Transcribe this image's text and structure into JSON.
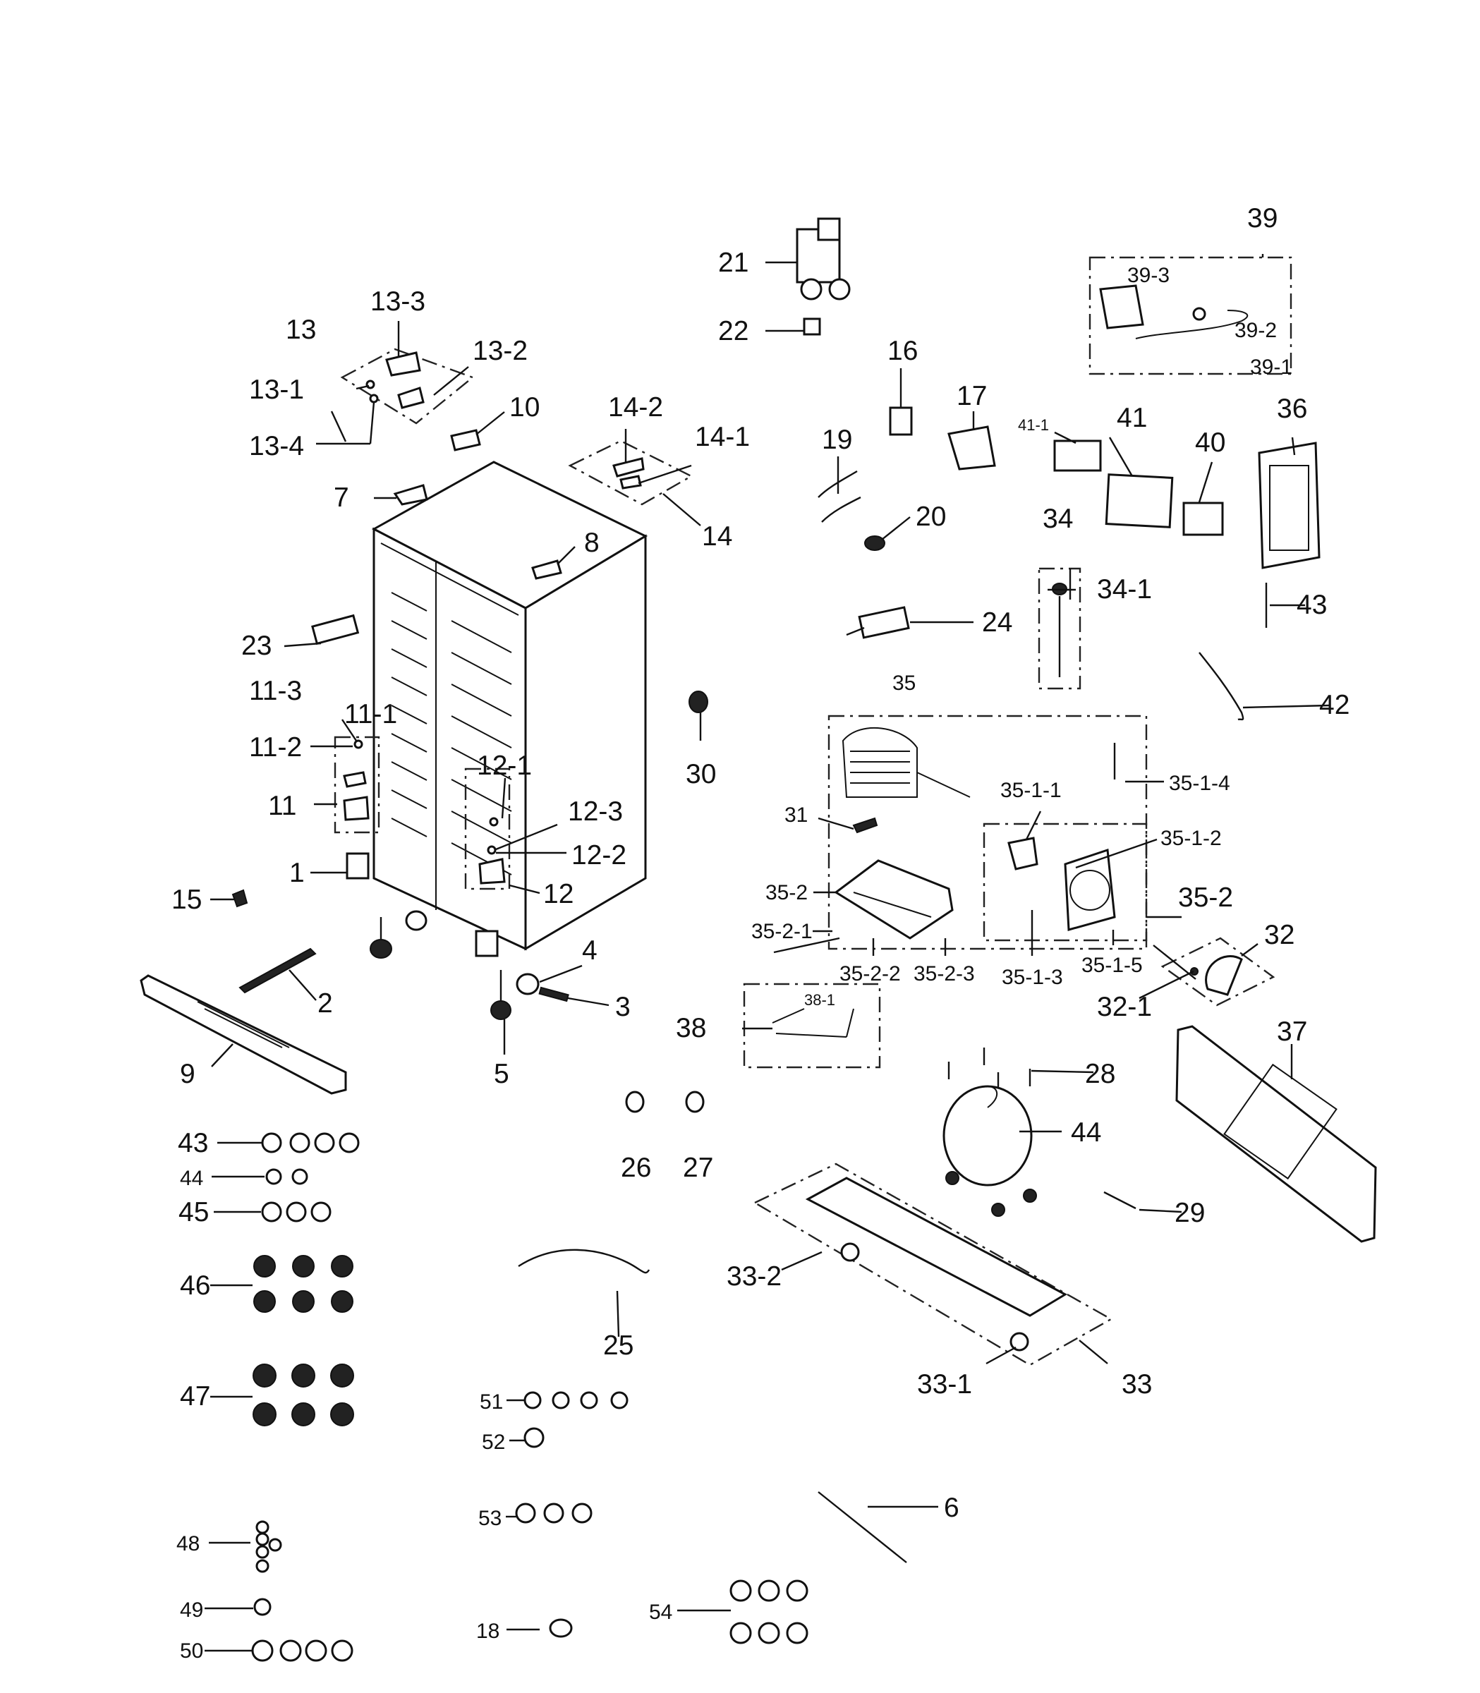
{
  "labels": {
    "p1": "1",
    "p2": "2",
    "p3": "3",
    "p4": "4",
    "p5": "5",
    "p6": "6",
    "p7": "7",
    "p8": "8",
    "p9": "9",
    "p10": "10",
    "p11": "11",
    "p11_1": "11-1",
    "p11_2": "11-2",
    "p11_3": "11-3",
    "p12": "12",
    "p12_1": "12-1",
    "p12_2": "12-2",
    "p12_3": "12-3",
    "p13": "13",
    "p13_1": "13-1",
    "p13_2": "13-2",
    "p13_3": "13-3",
    "p13_4": "13-4",
    "p14": "14",
    "p14_1": "14-1",
    "p14_2": "14-2",
    "p15": "15",
    "p16": "16",
    "p17": "17",
    "p18": "18",
    "p19": "19",
    "p20": "20",
    "p21": "21",
    "p22": "22",
    "p23": "23",
    "p24": "24",
    "p25": "25",
    "p26": "26",
    "p27": "27",
    "p28": "28",
    "p29": "29",
    "p30": "30",
    "p31": "31",
    "p32": "32",
    "p32_1": "32-1",
    "p33": "33",
    "p33_1": "33-1",
    "p33_2": "33-2",
    "p34": "34",
    "p34_1": "34-1",
    "p35": "35",
    "p35_1_1": "35-1-1",
    "p35_1_2": "35-1-2",
    "p35_1_3": "35-1-3",
    "p35_1_4": "35-1-4",
    "p35_1_5": "35-1-5",
    "p35_2_left": "35-2",
    "p35_2_right": "35-2",
    "p35_2_1": "35-2-1",
    "p35_2_2": "35-2-2",
    "p35_2_3": "35-2-3",
    "p36": "36",
    "p37": "37",
    "p38": "38",
    "p38_1": "38-1",
    "p39": "39",
    "p39_1": "39-1",
    "p39_2": "39-2",
    "p39_3": "39-3",
    "p40": "40",
    "p41": "41",
    "p41_1": "41-1",
    "p42": "42",
    "p43_top": "43",
    "p44_top": "44",
    "p43": "43",
    "p44": "44",
    "p45": "45",
    "p46": "46",
    "p47": "47",
    "p48": "48",
    "p49": "49",
    "p50": "50",
    "p51": "51",
    "p52": "52",
    "p53": "53",
    "p54": "54"
  }
}
